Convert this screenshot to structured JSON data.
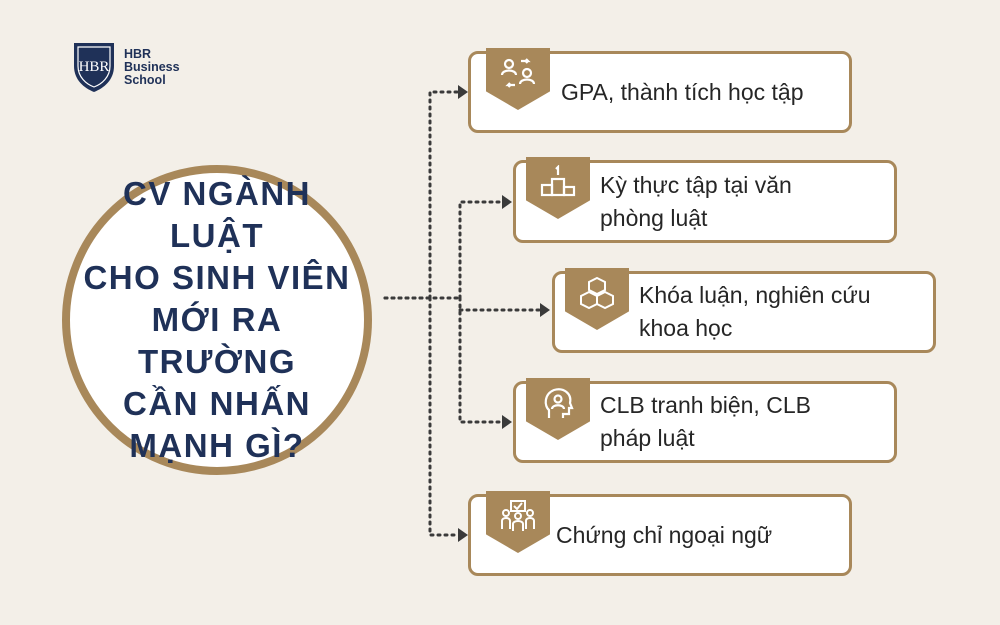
{
  "logo": {
    "monogram": "HBR",
    "line1": "HBR",
    "line2": "Business",
    "line3": "School"
  },
  "center": {
    "title": "CV NGÀNH LUẬT\nCHO SINH VIÊN\nMỚI RA TRƯỜNG\nCẦN NHẤN\nMẠNH GÌ?"
  },
  "colors": {
    "accent": "#a8885a",
    "navy": "#1f3158",
    "background": "#f3efe8"
  },
  "items": [
    {
      "label": "GPA, thành tích học tập",
      "icon": "people-exchange-icon"
    },
    {
      "label": "Kỳ thực tập tại văn\nphòng luật",
      "icon": "podium-icon"
    },
    {
      "label": "Khóa luận, nghiên cứu\nkhoa học",
      "icon": "cubes-icon"
    },
    {
      "label": "CLB tranh biện, CLB\npháp luật",
      "icon": "head-person-icon"
    },
    {
      "label": "Chứng chỉ ngoại ngữ",
      "icon": "certificate-team-icon"
    }
  ]
}
